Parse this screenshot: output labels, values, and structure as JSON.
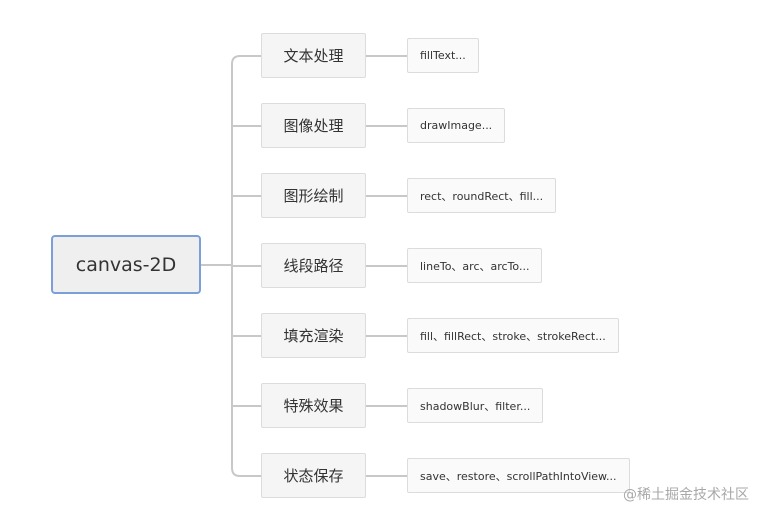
{
  "root": {
    "label": "canvas-2D"
  },
  "branches": [
    {
      "label": "文本处理",
      "detail": "fillText..."
    },
    {
      "label": "图像处理",
      "detail": "drawImage..."
    },
    {
      "label": "图形绘制",
      "detail": "rect、roundRect、fill..."
    },
    {
      "label": "线段路径",
      "detail": "lineTo、arc、arcTo..."
    },
    {
      "label": "填充渲染",
      "detail": "fill、fillRect、stroke、strokeRect..."
    },
    {
      "label": "特殊效果",
      "detail": "shadowBlur、filter..."
    },
    {
      "label": "状态保存",
      "detail": "save、restore、scrollPathIntoView..."
    }
  ],
  "watermark": "@稀土掘金技术社区",
  "colors": {
    "connector": "#c8c8c8",
    "root_border": "#7a9fd9",
    "node_fill": "#f5f5f5"
  }
}
